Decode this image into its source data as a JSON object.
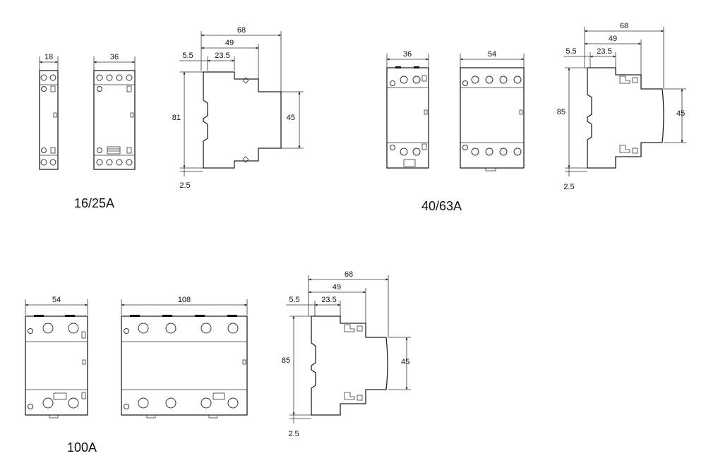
{
  "labels": {
    "group1": "16/25A",
    "group2": "40/63A",
    "group3": "100A"
  },
  "dims": {
    "g1_w1": "18",
    "g1_w2": "36",
    "g1_d68": "68",
    "g1_d49": "49",
    "g1_d55": "5.5",
    "g1_d235": "23.5",
    "g1_h": "81",
    "g1_h45": "45",
    "g1_b": "2.5",
    "g2_w1": "36",
    "g2_w2": "54",
    "g2_d68": "68",
    "g2_d49": "49",
    "g2_d55": "5.5",
    "g2_d235": "23.5",
    "g2_h": "85",
    "g2_h45": "45",
    "g2_b": "2.5",
    "g3_w1": "54",
    "g3_w2": "108",
    "g3_d68": "68",
    "g3_d49": "49",
    "g3_d55": "5.5",
    "g3_d235": "23.5",
    "g3_h": "85",
    "g3_h45": "45",
    "g3_b": "2.5"
  }
}
